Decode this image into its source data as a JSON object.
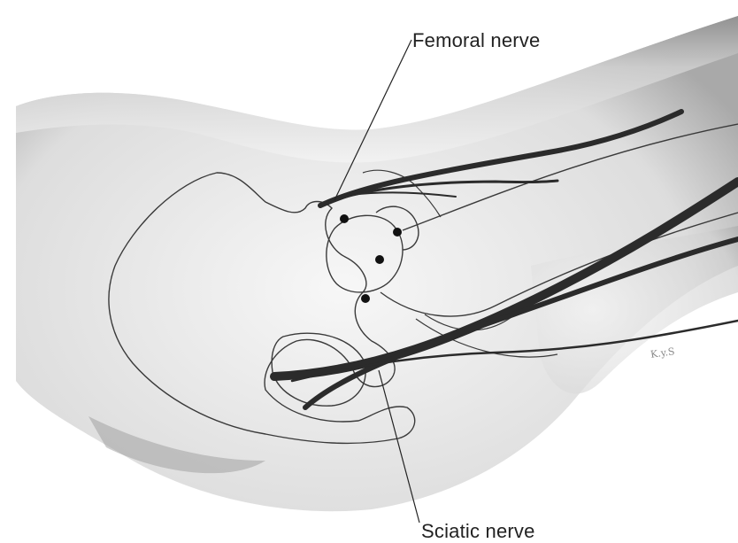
{
  "labels": {
    "femoral_nerve": "Femoral nerve",
    "sciatic_nerve": "Sciatic nerve"
  },
  "signature": "K.y.S",
  "colors": {
    "background": "#ffffff",
    "nerve": "#2b2b2b",
    "outline": "#3a3a3a",
    "marker": "#111111",
    "shading": "#9a9a9a"
  },
  "injection_points": 4
}
